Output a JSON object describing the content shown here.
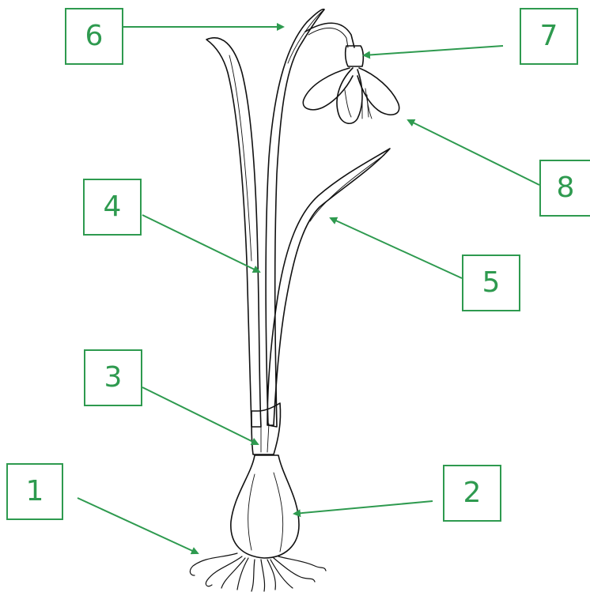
{
  "diagram": {
    "labels": [
      {
        "id": "1",
        "text": "1"
      },
      {
        "id": "2",
        "text": "2"
      },
      {
        "id": "3",
        "text": "3"
      },
      {
        "id": "4",
        "text": "4"
      },
      {
        "id": "5",
        "text": "5"
      },
      {
        "id": "6",
        "text": "6"
      },
      {
        "id": "7",
        "text": "7"
      },
      {
        "id": "8",
        "text": "8"
      }
    ],
    "colors": {
      "accent": "#2e9a4f",
      "ink": "#111111",
      "background": "#ffffff"
    }
  }
}
